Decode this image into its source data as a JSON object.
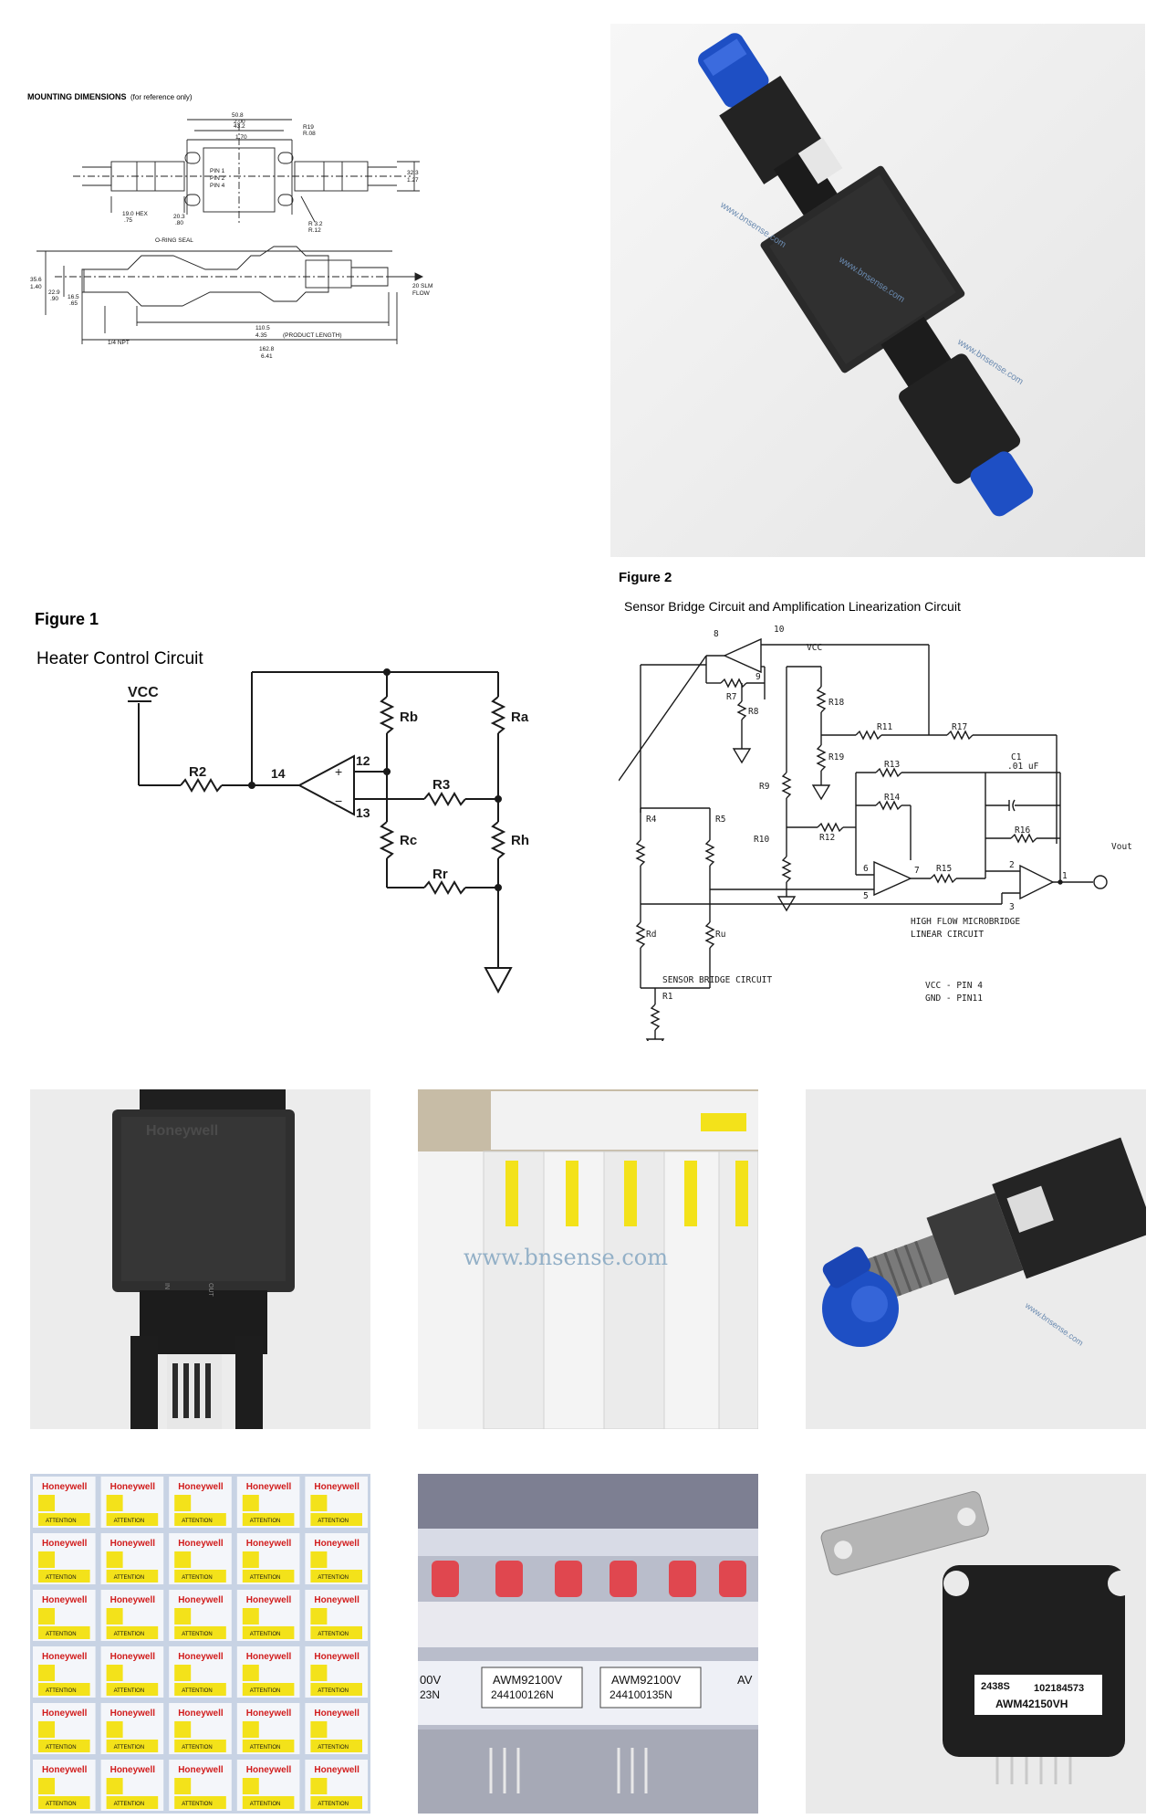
{
  "mounting": {
    "title": "MOUNTING DIMENSIONS",
    "title_note": "(for reference only)",
    "dims": {
      "top_50_8": "50.8",
      "top_2_00": "2.00",
      "top_43_2": "43.2",
      "top_1_70": "1.70",
      "r19": "R19",
      "r08": "R.08",
      "pin1": "PIN 1",
      "pin2": "PIN 2",
      "pin4": "PIN 4",
      "h32_3": "32.3",
      "h1_27": "1.27",
      "hex19": "19.0 HEX",
      "hex75": ".75",
      "d20_3": "20.3",
      "d80": ".80",
      "r3_2": "R 3.2",
      "r12": "R.12",
      "oring": "O-RING SEAL",
      "v35_6": "35.6",
      "v1_40": "1.40",
      "v22_9": "22.9",
      "v90": ".90",
      "v16_5": "16.5",
      "v65": ".65",
      "flow1": "20 SLM",
      "flow2": "FLOW",
      "npt": "1/4 NPT",
      "len110_5": "110.5",
      "len4_35": "4.35",
      "prodlen": "(PRODUCT LENGTH)",
      "len162_8": "162.8",
      "len6_41": "6.41"
    }
  },
  "figure1": {
    "heading": "Figure 1",
    "subtitle": "Heater Control Circuit",
    "labels": {
      "vcc": "VCC",
      "r2": "R2",
      "n14": "14",
      "n12": "12",
      "n13": "13",
      "plus": "+",
      "minus": "−",
      "rb": "Rb",
      "ra": "Ra",
      "r3": "R3",
      "rc": "Rc",
      "rh": "Rh",
      "rr": "Rr"
    }
  },
  "figure2": {
    "heading": "Figure 2",
    "subtitle": "Sensor Bridge Circuit and Amplification Linearization Circuit",
    "labels": {
      "n8": "8",
      "n10": "10",
      "n9": "9",
      "r7": "R7",
      "r8": "R8",
      "vcc": "VCC",
      "r18": "R18",
      "r11": "R11",
      "r17": "R17",
      "r19": "R19",
      "c1": "C1",
      "c1v": ".01 uF",
      "r9": "R9",
      "r13": "R13",
      "r4": "R4",
      "r5": "R5",
      "r14": "R14",
      "r12": "R12",
      "r16": "R16",
      "r10": "R10",
      "n6": "6",
      "n7": "7",
      "r15": "R15",
      "n2": "2",
      "n1": "1",
      "vout": "Vout",
      "n5": "5",
      "n3": "3",
      "hf1": "HIGH FLOW MICROBRIDGE",
      "hf2": "LINEAR CIRCUIT",
      "rd": "Rd",
      "ru": "Ru",
      "sbc": "SENSOR BRIDGE CIRCUIT",
      "r1": "R1",
      "vccpin": "VCC - PIN 4",
      "gndpin": "GND - PIN11"
    }
  },
  "photos": {
    "watermark": "www.bnsense.com",
    "honeywell": "Honeywell",
    "attention": "ATTENTION",
    "part_a": "AWM92100V",
    "serial_a": "244100126N",
    "part_b": "AWM92100V",
    "serial_b": "244100135N",
    "partial_a": "00V",
    "partial_b": "23N",
    "partial_c": "AV",
    "label_code": "2438S",
    "label_num": "102184573",
    "label_part": "AWM42150VH",
    "in_label": "IN",
    "out_label": "OUT"
  },
  "colors": {
    "line": "#1a1a1a",
    "blue_cap": "#1e4fc4",
    "sensor_body": "#222222",
    "label_yellow": "#f3e21a",
    "box_white": "#f4f4f4"
  }
}
